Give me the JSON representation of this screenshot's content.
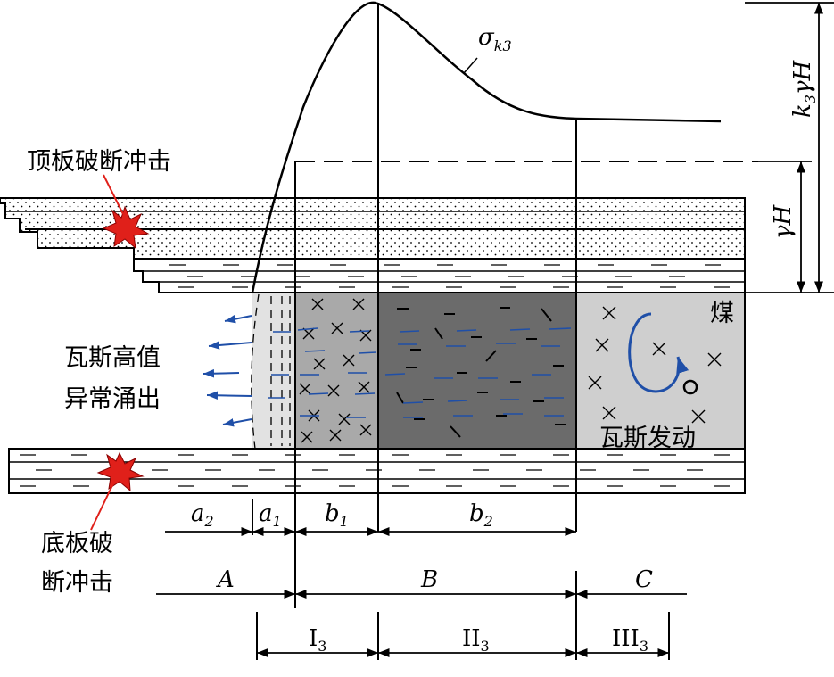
{
  "labels": {
    "sigma_main": "σ",
    "sigma_sub": "k3",
    "k3_main": "k",
    "k3_sub": "3",
    "k3_rest": "γH",
    "gamma_h": "γH",
    "roof_impact": "顶板破断冲击",
    "gas_line1": "瓦斯高值",
    "gas_line2": "异常涌出",
    "coal": "煤",
    "gas_start": "瓦斯发动",
    "floor_line1": "底板破",
    "floor_line2": "断冲击"
  },
  "dimensions": {
    "a2": "a",
    "a2_sub": "2",
    "a1": "a",
    "a1_sub": "1",
    "b1": "b",
    "b1_sub": "1",
    "b2": "b",
    "b2_sub": "2",
    "A": "A",
    "B": "B",
    "C": "C",
    "I3": "I",
    "I3_sub": "3",
    "II3": "II",
    "II3_sub": "3",
    "III3": "III",
    "III3_sub": "3"
  },
  "colors": {
    "zone_A": "#e2e2e2",
    "zone_b1": "#a9a9a9",
    "zone_b2": "#6b6b6b",
    "zone_C": "#cfcfcf",
    "gas_blue": "#1f4fa8",
    "star_red": "#e0201a"
  }
}
